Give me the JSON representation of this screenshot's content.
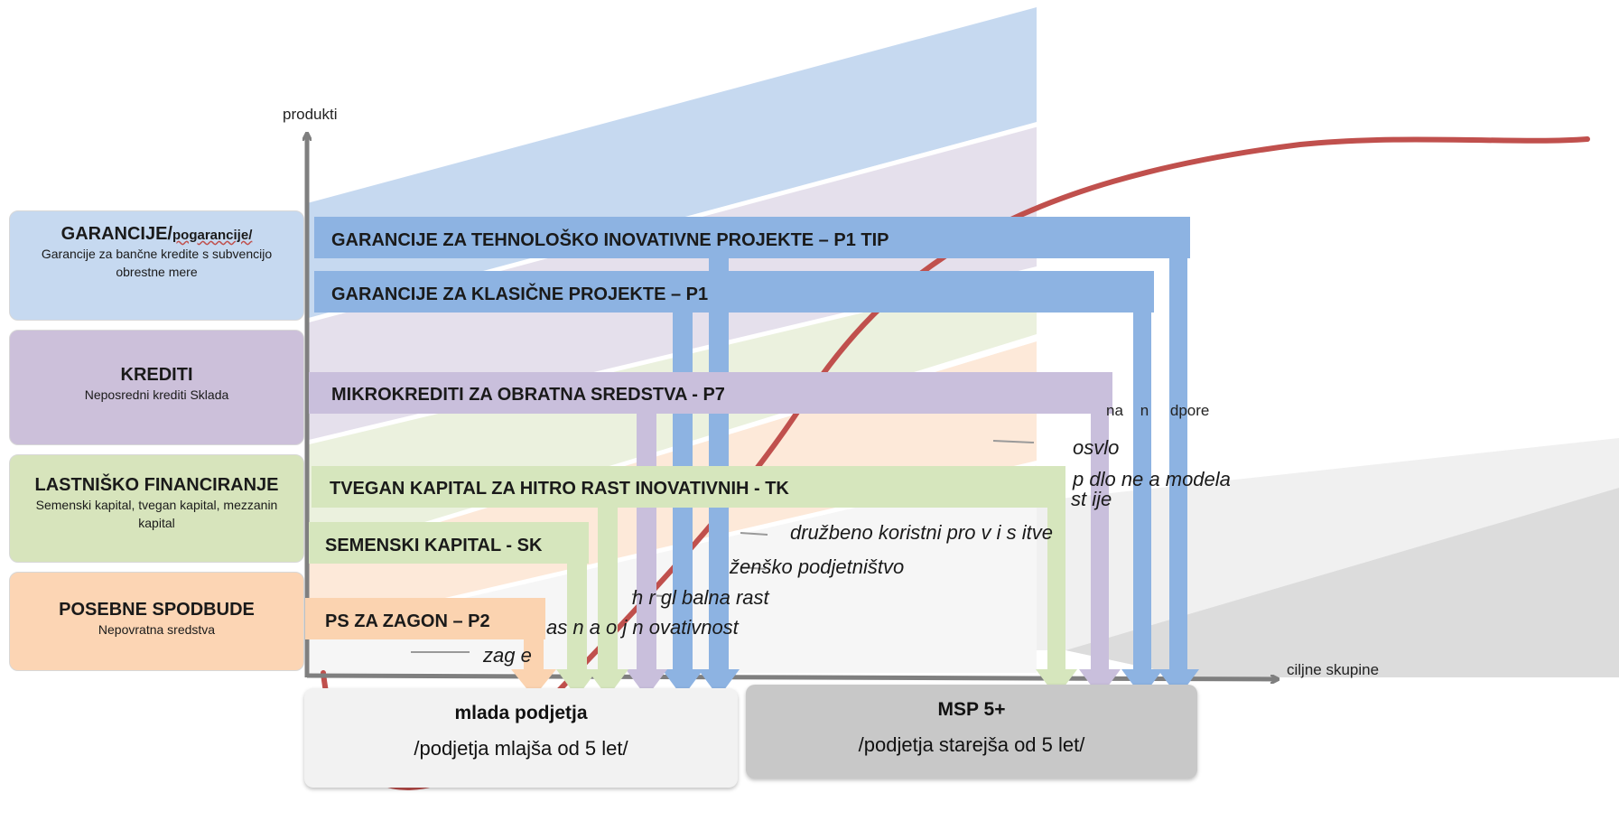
{
  "axes": {
    "y_label": "produkti",
    "x_label": "ciljne skupine",
    "stage_label_fragment": "na    n     dpore"
  },
  "categories": [
    {
      "title": "GARANCIJE/",
      "title_suffix": "pogarancije/",
      "subtitle": "Garancije za bančne kredite s subvencijo obrestne mere",
      "color": "#c6d9f0"
    },
    {
      "title": "KREDITI",
      "title_suffix": "",
      "subtitle": "Neposredni krediti Sklada",
      "color": "#ccc0da"
    },
    {
      "title": "LASTNIŠKO FINANCIRANJE",
      "title_suffix": "",
      "subtitle": "Semenski kapital, tvegan kapital, mezzanin kapital",
      "color": "#d7e4bc"
    },
    {
      "title": "POSEBNE SPODBUDE",
      "title_suffix": "",
      "subtitle": "Nepovratna sredstva",
      "color": "#fcd5b4"
    }
  ],
  "products": [
    {
      "label": "GARANCIJE ZA TEHNOLOŠKO INOVATIVNE PROJEKTE – P1 TIP",
      "color": "#8db3e2"
    },
    {
      "label": "GARANCIJE ZA KLASIČNE PROJEKTE – P1",
      "color": "#8db3e2"
    },
    {
      "label": "MIKROKREDITI ZA OBRATNA SREDSTVA - P7",
      "color": "#c9bfdc"
    },
    {
      "label": "TVEGAN KAPITAL ZA HITRO RAST INOVATIVNIH  - TK",
      "color": "#d6e6bd"
    },
    {
      "label": "SEMENSKI KAPITAL - SK",
      "color": "#d6e6bd"
    },
    {
      "label": "PS ZA ZAGON – P2",
      "color": "#fbd3b0"
    }
  ],
  "stages": [
    {
      "label": "osvlo"
    },
    {
      "label": "p  dlo  ne  a  modela"
    },
    {
      "label": "st  ije"
    },
    {
      "label": "družbeno koristni pro    v     i    s      itve"
    },
    {
      "label": "ženško podjetništvo"
    },
    {
      "label": "h    r  gl  balna rast"
    },
    {
      "label": "as   n     a  o  j   n   ovativnost"
    },
    {
      "label": "zag  e"
    }
  ],
  "groups": [
    {
      "title": "mlada podjetja",
      "subtitle": "/podjetja mlajša od 5 let/",
      "color": "#f2f2f2"
    },
    {
      "title": "MSP 5+",
      "subtitle": "/podjetja starejša od 5 let/",
      "color": "#c8c8c8"
    }
  ],
  "colors": {
    "curve": "#c0504d",
    "axis": "#7f7f7f",
    "band_blue": "#c6d9f0",
    "band_purple": "#e5e0ec",
    "band_green": "#ebf1de",
    "band_orange": "#fde9d9"
  }
}
